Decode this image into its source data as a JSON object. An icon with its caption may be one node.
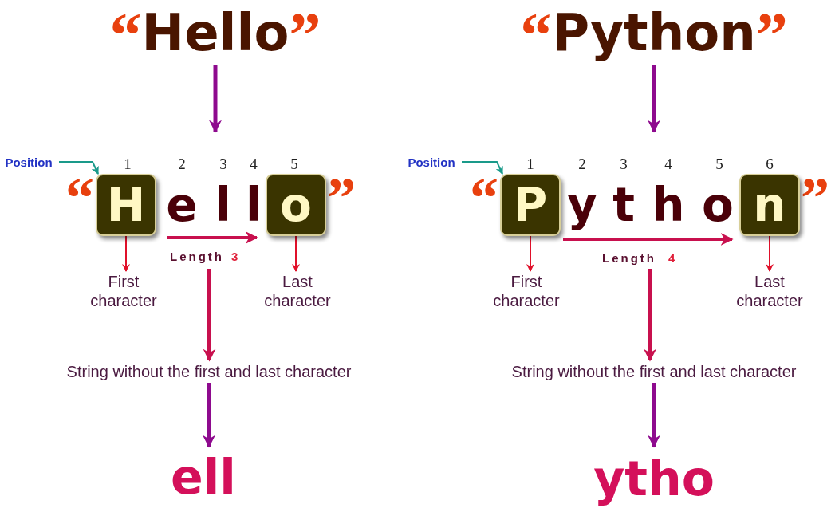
{
  "diagram": {
    "nodes": [
      {
        "text": [
          "“",
          "Hello",
          "”"
        ]
      },
      {
        "text": [
          "“",
          "e",
          "l",
          "l",
          "”"
        ]
      },
      {
        "text": [
          "H"
        ],
        "in": 1
      },
      {
        "text": [
          "o"
        ],
        "in": 1
      },
      {
        "text": [
          "First character"
        ]
      },
      {
        "text": [
          "Last character"
        ]
      },
      {
        "text": [
          "String without the first and last character"
        ]
      },
      {
        "text": [
          "ell"
        ]
      },
      {
        "text": [
          "Position"
        ]
      },
      {
        "text": [
          "“",
          "Python",
          "”"
        ]
      },
      {
        "text": [
          "“",
          "y",
          "t",
          "h",
          "o",
          "”"
        ]
      },
      {
        "text": [
          "P"
        ],
        "in": 10
      },
      {
        "text": [
          "n"
        ],
        "in": 10
      },
      {
        "text": [
          "First character"
        ]
      },
      {
        "text": [
          "Last character"
        ]
      },
      {
        "text": [
          "String without the first and last character"
        ]
      },
      {
        "text": [
          "ytho"
        ]
      },
      {
        "text": [
          "Position"
        ]
      }
    ],
    "edges": [
      {
        "from": 0,
        "to": 1,
        "arrow": "to",
        "style": "thick",
        "color": "#8e0a8e"
      },
      {
        "from": 2,
        "to": 4,
        "arrow": "to",
        "color": "#e0102a"
      },
      {
        "from": 3,
        "to": 5,
        "arrow": "to",
        "color": "#e0102a"
      },
      {
        "from": 1,
        "to": 6,
        "arrow": "to",
        "style": "thick",
        "color": "#c8104e"
      },
      {
        "from": 6,
        "to": 7,
        "arrow": "to",
        "style": "thick",
        "color": "#8e0a8e"
      },
      {
        "from": 8,
        "to": 2,
        "arrow": "to",
        "color": "#1a9a8a"
      },
      {
        "from": 9,
        "to": 10,
        "arrow": "to",
        "style": "thick",
        "color": "#8e0a8e"
      },
      {
        "from": 11,
        "to": 13,
        "arrow": "to",
        "color": "#e0102a"
      },
      {
        "from": 12,
        "to": 14,
        "arrow": "to",
        "color": "#e0102a"
      },
      {
        "from": 10,
        "to": 15,
        "arrow": "to",
        "style": "thick",
        "color": "#c8104e"
      },
      {
        "from": 15,
        "to": 16,
        "arrow": "to",
        "style": "thick",
        "color": "#8e0a8e"
      },
      {
        "from": 17,
        "to": 11,
        "arrow": "to",
        "color": "#1a9a8a"
      }
    ],
    "labels": [
      "1",
      "2",
      "3",
      "4",
      "5",
      "Length",
      "3",
      "1",
      "2",
      "3",
      "4",
      "5",
      "6",
      "Length",
      "4"
    ]
  }
}
